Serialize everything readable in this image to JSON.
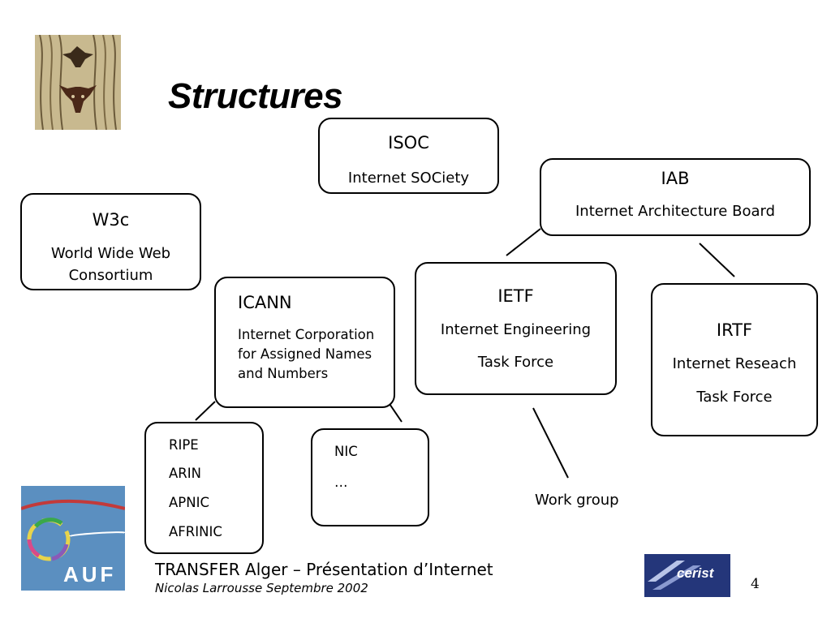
{
  "slide": {
    "title": "Structures",
    "page_number": "4"
  },
  "nodes": {
    "isoc": {
      "abbr": "ISOC",
      "name": "Internet SOCiety"
    },
    "iab": {
      "abbr": "IAB",
      "name": "Internet Architecture Board"
    },
    "w3c": {
      "abbr": "W3c",
      "name_line1": "World Wide Web",
      "name_line2": "Consortium"
    },
    "icann": {
      "abbr": "ICANN",
      "name_line1": "Internet Corporation",
      "name_line2": "for Assigned Names",
      "name_line3": "and Numbers"
    },
    "ietf": {
      "abbr": "IETF",
      "name_line1": "Internet Engineering",
      "name_line2": "Task Force"
    },
    "irtf": {
      "abbr": "IRTF",
      "name_line1": "Internet Reseach",
      "name_line2": "Task Force"
    },
    "rir": {
      "items": [
        "RIPE",
        "ARIN",
        "APNIC",
        "AFRINIC"
      ]
    },
    "nic": {
      "line1": "NIC",
      "line2": "…"
    },
    "workgroup": {
      "label": "Work group"
    }
  },
  "footer": {
    "main": "TRANSFER Alger – Présentation d’Internet",
    "sub": "Nicolas Larrousse Septembre 2002"
  },
  "logos": {
    "auf": "AUF",
    "cerist": "cerist"
  },
  "colors": {
    "auf_bg": "#5b8fc0",
    "cerist_bg": "#2a3f8a"
  }
}
